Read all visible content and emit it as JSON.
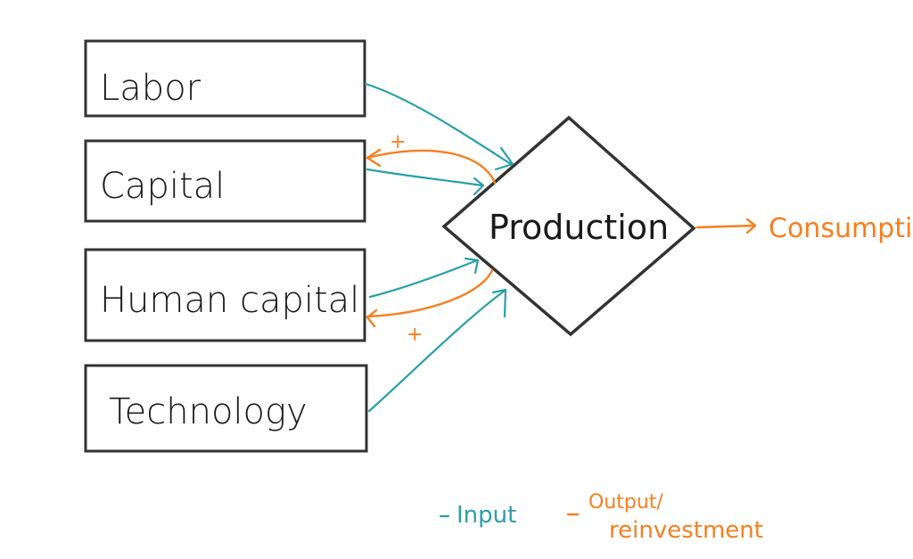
{
  "diagram": {
    "inputs": [
      {
        "label": "Labor"
      },
      {
        "label": "Capital"
      },
      {
        "label": "Human capital"
      },
      {
        "label": "Technology"
      }
    ],
    "center": {
      "label": "Production"
    },
    "output": {
      "label": "Consumption"
    },
    "reinvestment_marks": [
      "+",
      "+"
    ],
    "legend": {
      "input_label": "Input",
      "output_label_line1": "Output/",
      "output_label_line2": "reinvestment",
      "dash": "-"
    },
    "colors": {
      "input": "#2a9fa6",
      "output": "#f57f20",
      "outline": "#333333"
    }
  }
}
